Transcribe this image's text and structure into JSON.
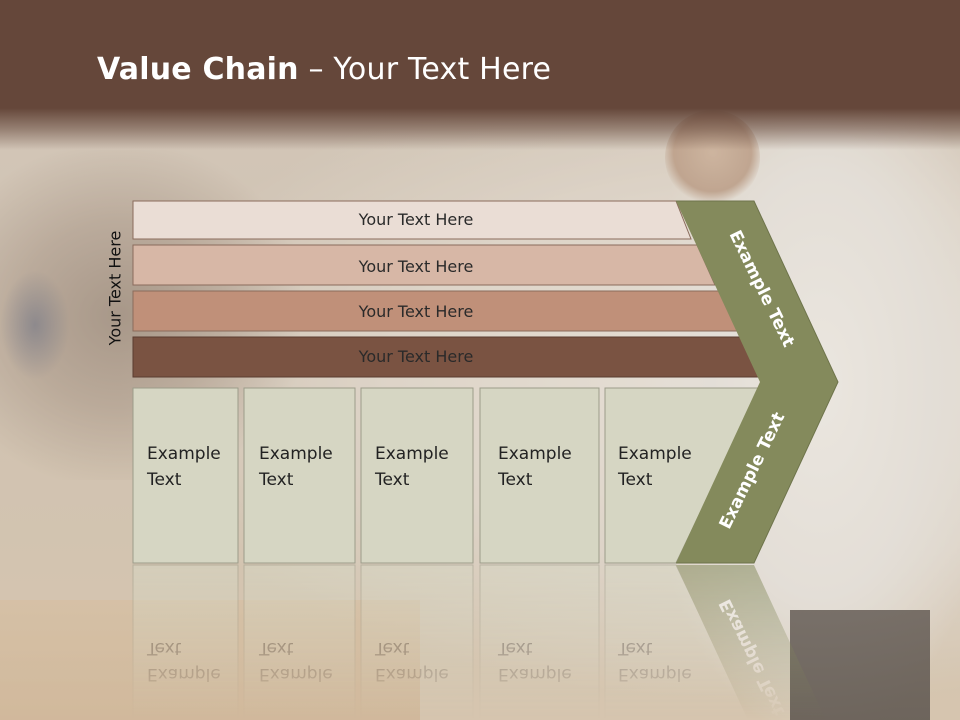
{
  "title": {
    "bold": "Value Chain",
    "rest": " – Your Text Here"
  },
  "side_label": "Your Text Here",
  "bars": [
    {
      "label": "Your Text Here",
      "fill": "#eaddd5"
    },
    {
      "label": "Your Text Here",
      "fill": "#d7b7a6"
    },
    {
      "label": "Your Text Here",
      "fill": "#c09079"
    },
    {
      "label": "Your Text Here",
      "fill": "#7a5342"
    }
  ],
  "boxes": [
    {
      "line1": "Example",
      "line2": "Text"
    },
    {
      "line1": "Example",
      "line2": "Text"
    },
    {
      "line1": "Example",
      "line2": "Text"
    },
    {
      "line1": "Example",
      "line2": "Text"
    },
    {
      "line1": "Example",
      "line2": "Text"
    }
  ],
  "chevron": {
    "upper_label": "Example Text",
    "lower_label": "Example Text",
    "fill": "#848a5c"
  },
  "colors": {
    "header": "#65473a",
    "box_fill": "#d6d6c3",
    "box_stroke": "#9c9c8a"
  }
}
